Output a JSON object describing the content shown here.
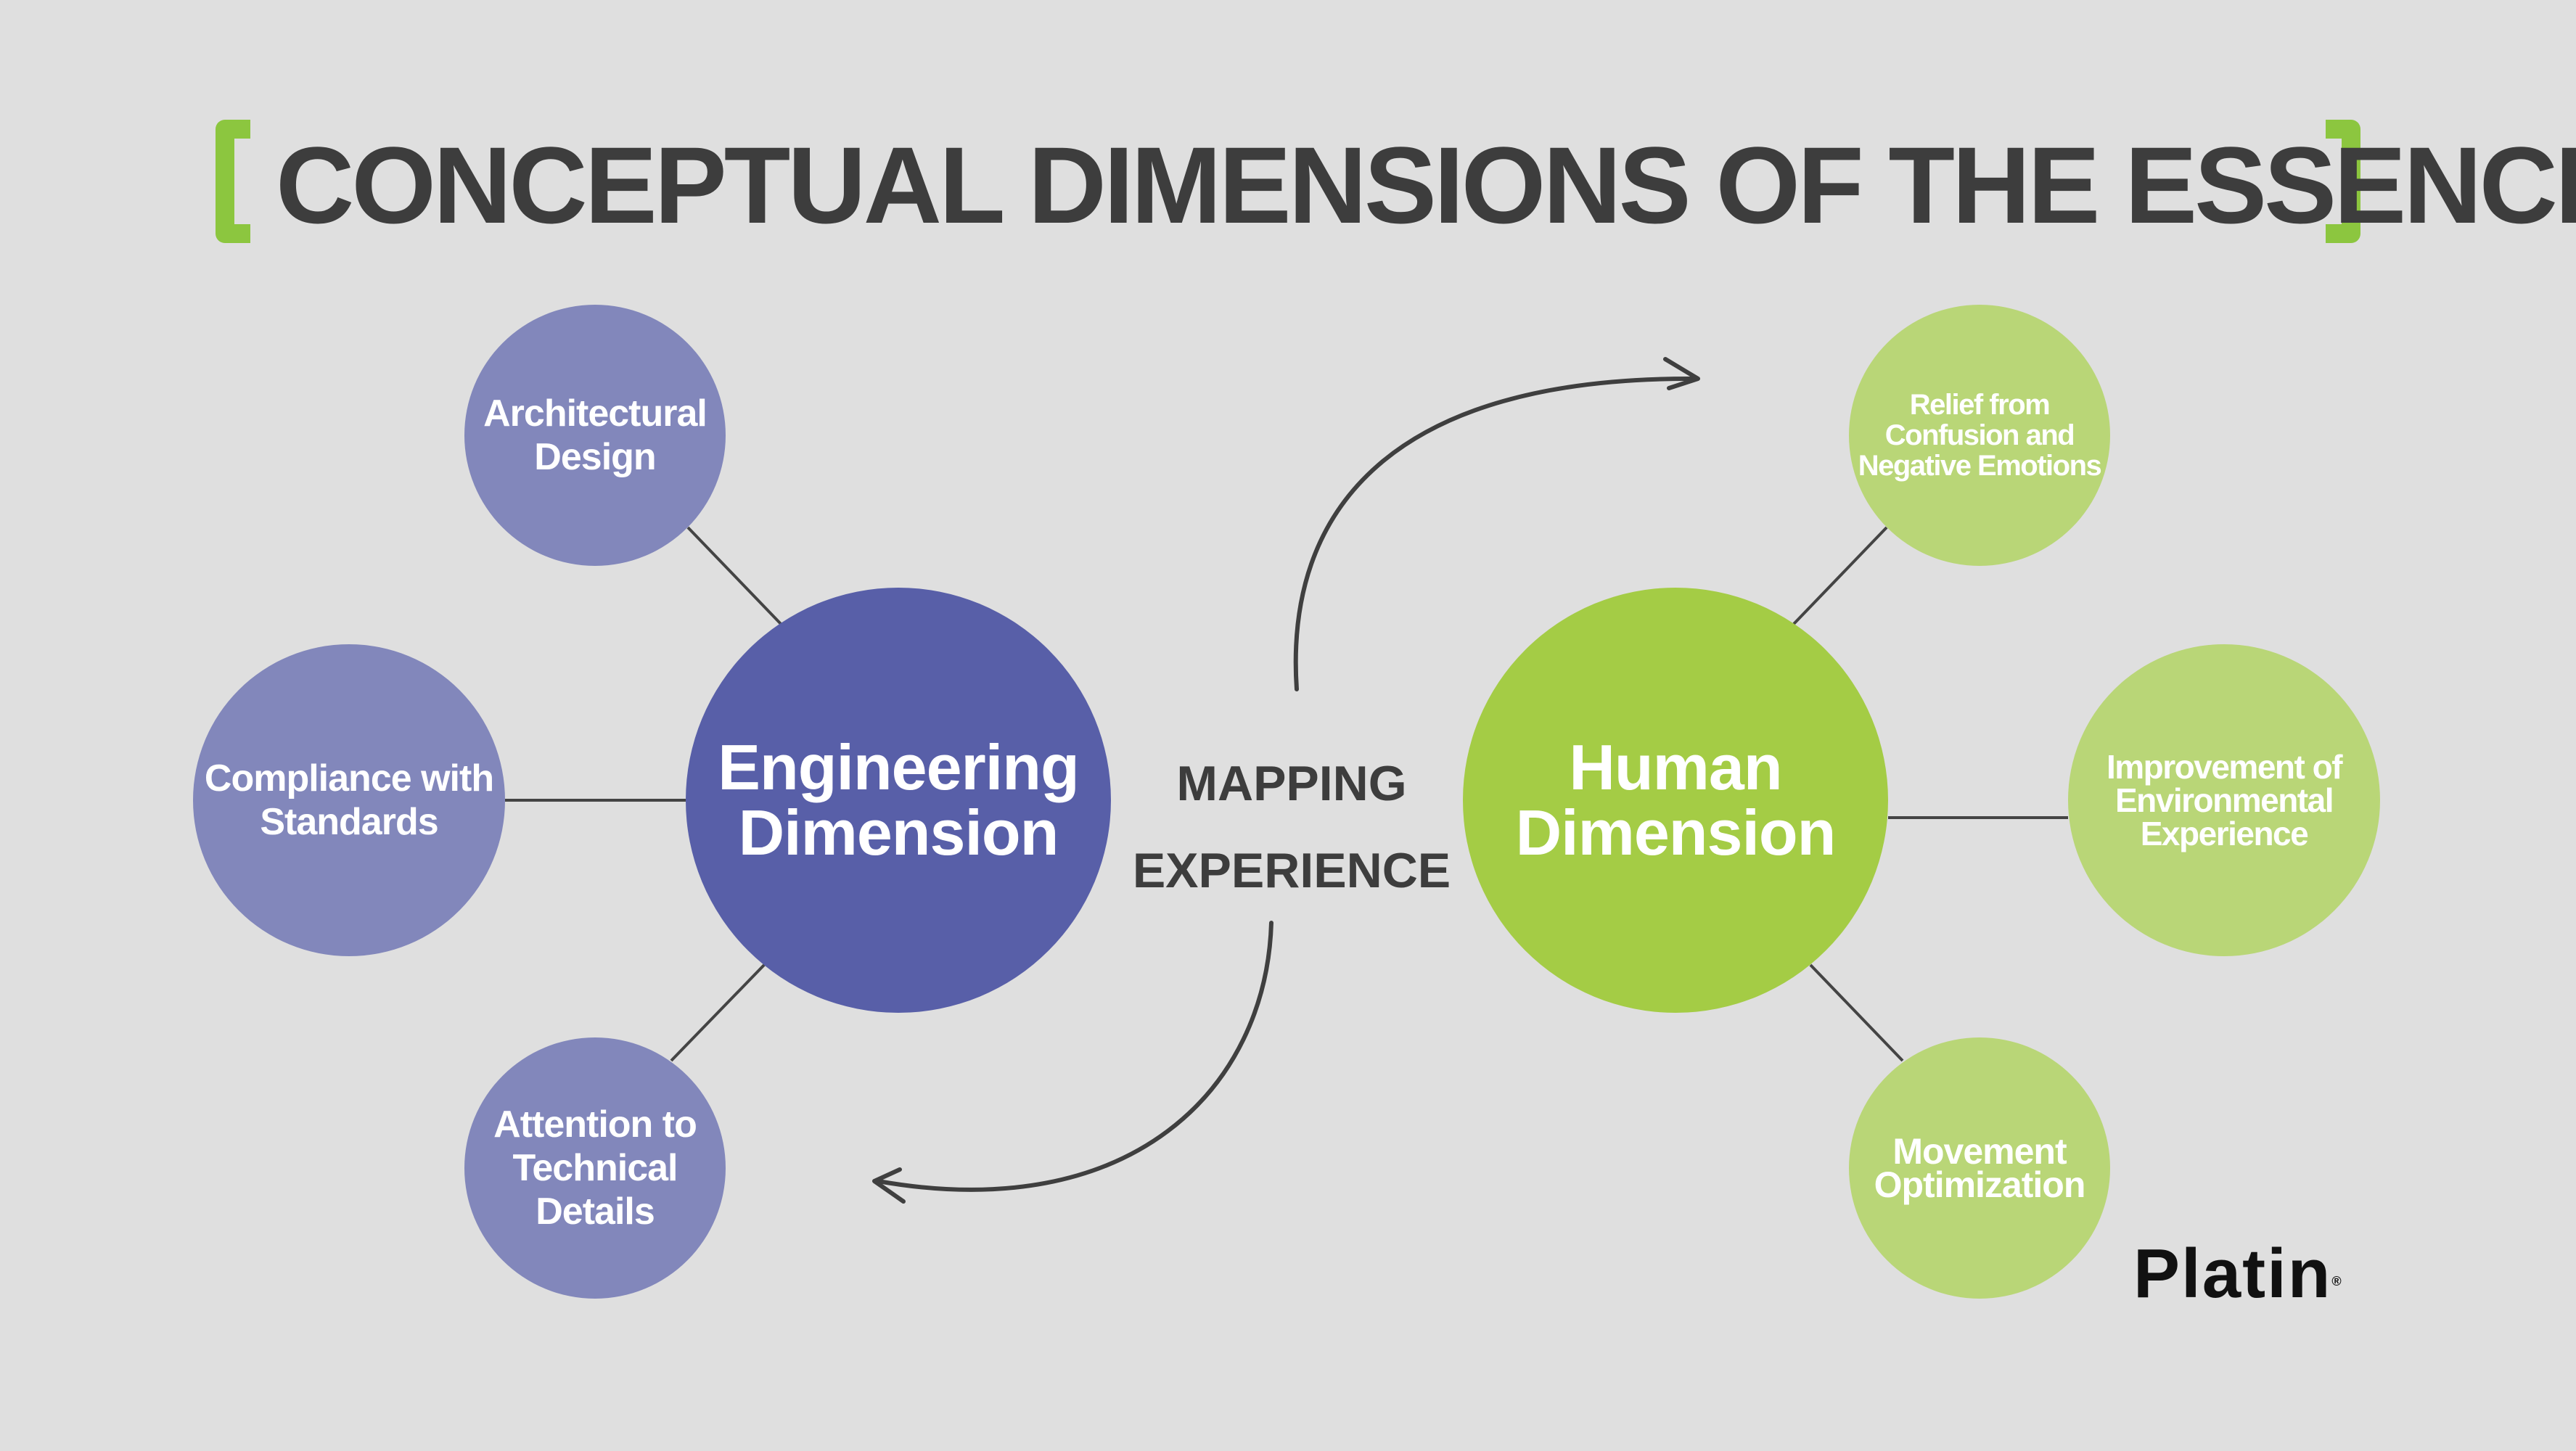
{
  "title": "CONCEPTUAL DIMENSIONS OF THE ESSENCE",
  "center_label": "MAPPING\nEXPERIENCE",
  "engineering": {
    "label": "Engineering\nDimension",
    "color": "#585fa8",
    "satellite_color": "#8287bb",
    "items": [
      "Architectural\nDesign",
      "Compliance with\nStandards",
      "Attention to\nTechnical Details"
    ]
  },
  "human": {
    "label": "Human\nDimension",
    "color": "#a4cc45",
    "satellite_color": "#b9d677",
    "items": [
      "Relief from\nConfusion and\nNegative Emotions",
      "Improvement of\nEnvironmental\nExperience",
      "Movement\nOptimization"
    ]
  },
  "bracket_color": "#8cc63f",
  "logo": "Platin"
}
